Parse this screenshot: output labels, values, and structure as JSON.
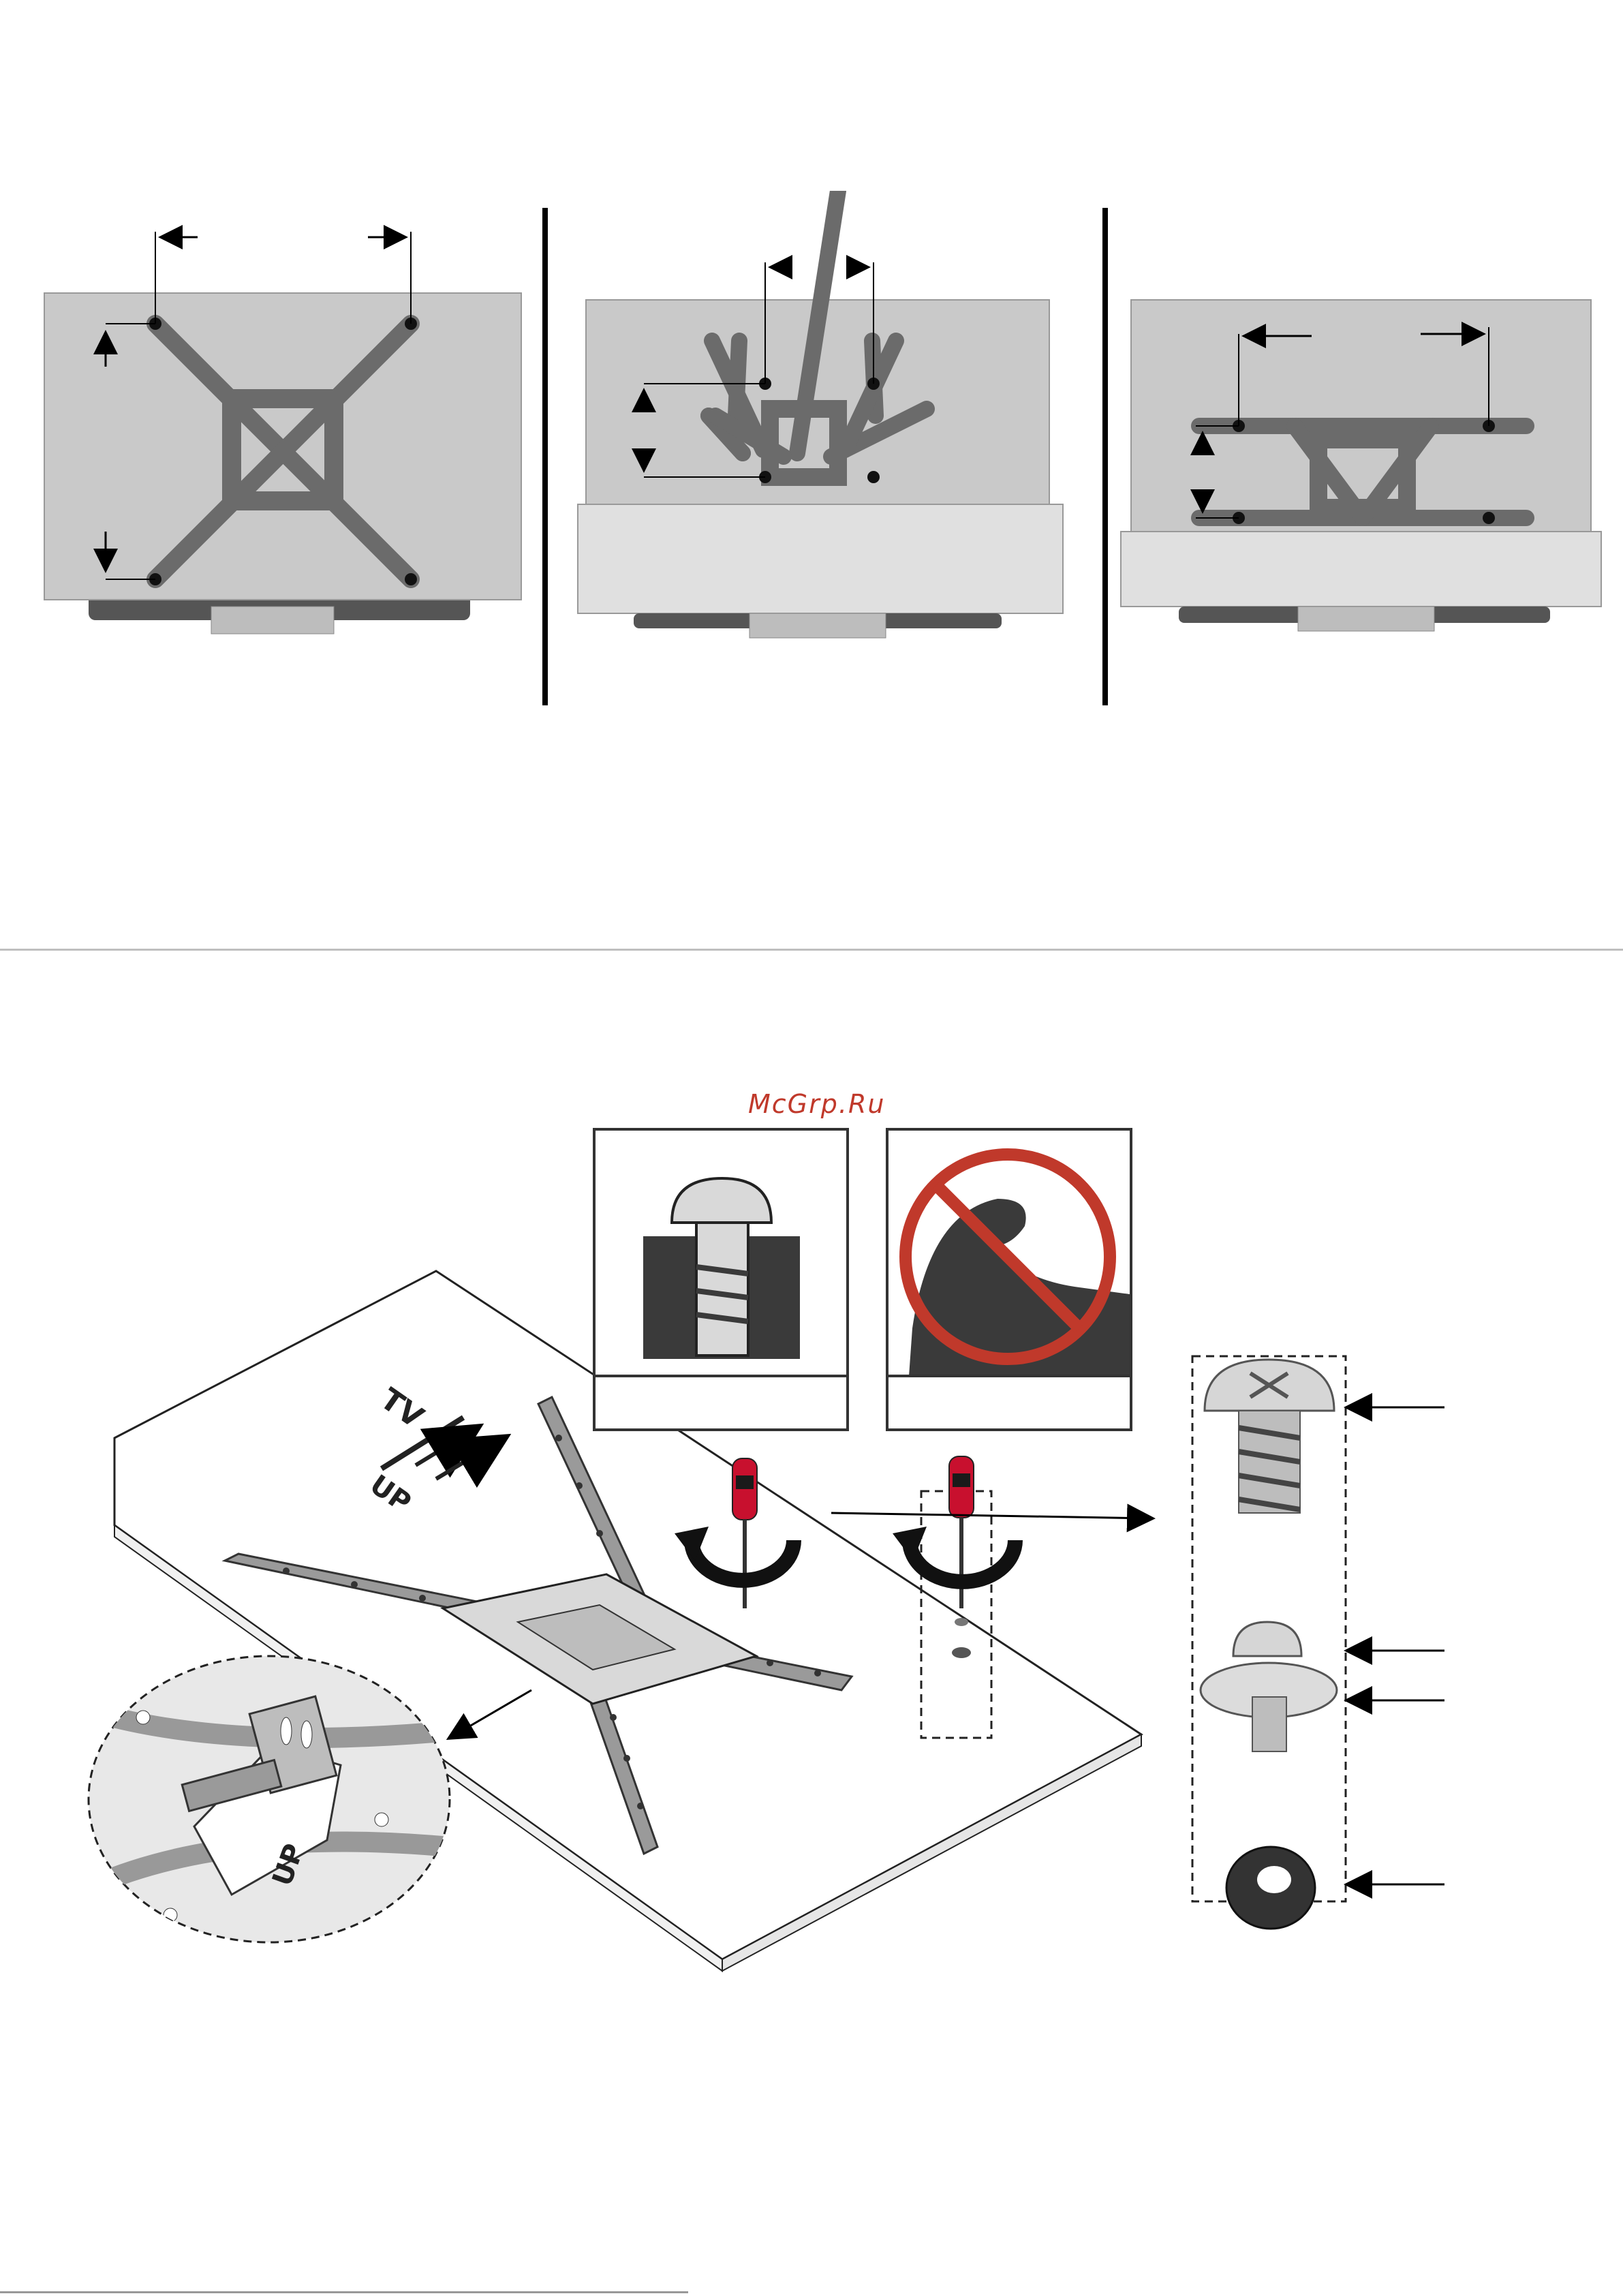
{
  "watermark": {
    "text": "McGrp.Ru"
  },
  "orientation_marker": {
    "tv_text": "TV",
    "up_text": "UP"
  },
  "detail_callout": {
    "up_text": "UP"
  },
  "colors": {
    "tv_body": "#c8c8c8",
    "bracket": "#6b6b6b",
    "prohibit_red": "#c0392b",
    "screwdriver_red": "#c8102e",
    "icon_dark": "#3a3a3a"
  },
  "icons": [
    "bolt-depth-icon",
    "no-force-icon",
    "screwdriver-icon",
    "rotate-arrow-icon"
  ]
}
